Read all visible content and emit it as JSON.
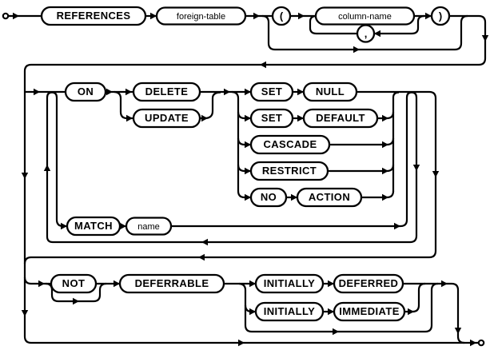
{
  "colors": {
    "line": "#000000",
    "background": "#ffffff"
  },
  "labels": {
    "references": "REFERENCES",
    "foreign_table": "foreign-table",
    "open_paren": "(",
    "column_name": "column-name",
    "comma": ",",
    "close_paren": ")",
    "on": "ON",
    "delete": "DELETE",
    "update": "UPDATE",
    "set_1": "SET",
    "null_kw": "NULL",
    "set_2": "SET",
    "default_kw": "DEFAULT",
    "cascade": "CASCADE",
    "restrict": "RESTRICT",
    "no": "NO",
    "action": "ACTION",
    "match": "MATCH",
    "name_nt": "name",
    "not": "NOT",
    "deferrable": "DEFERRABLE",
    "initially_1": "INITIALLY",
    "deferred": "DEFERRED",
    "initially_2": "INITIALLY",
    "immediate": "IMMEDIATE"
  }
}
